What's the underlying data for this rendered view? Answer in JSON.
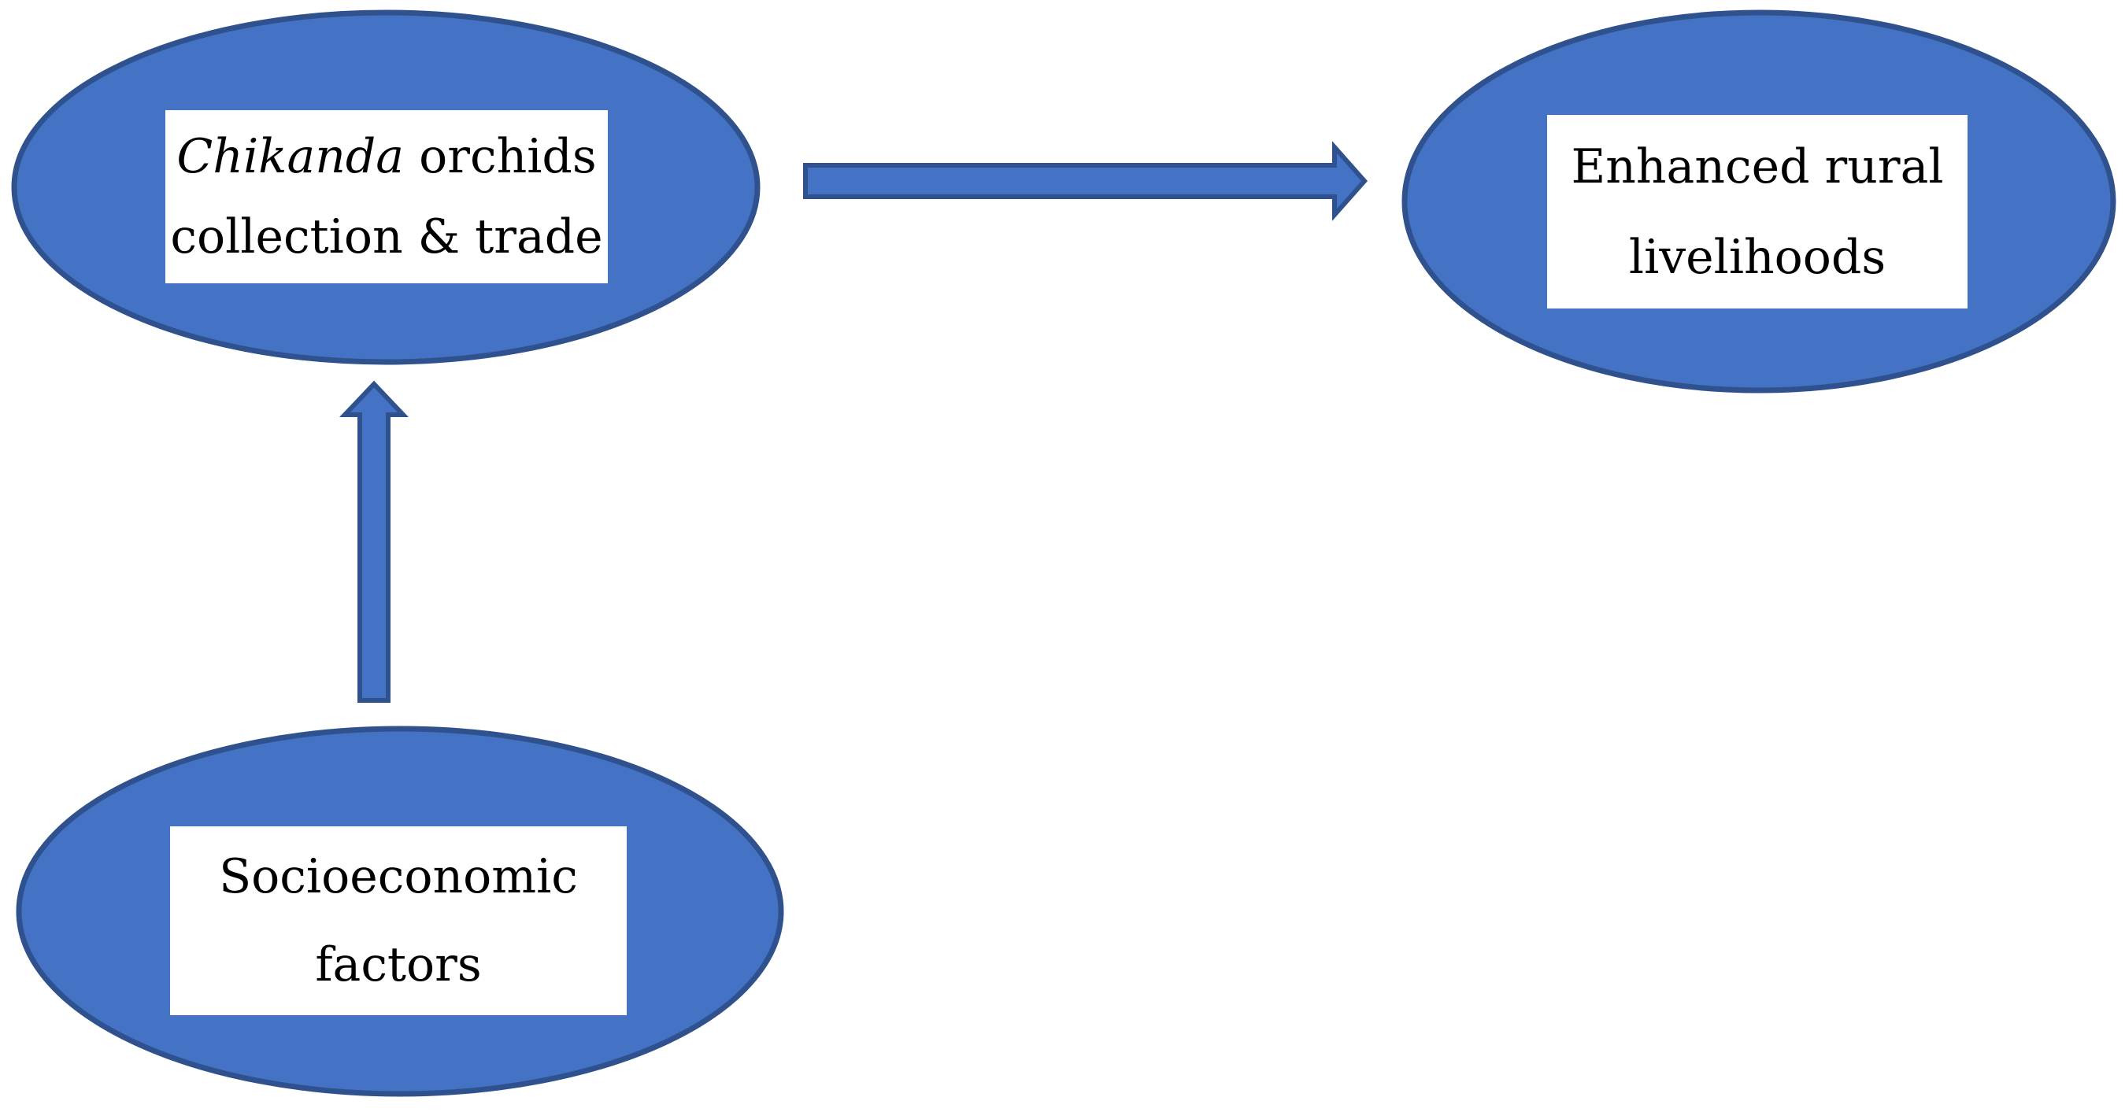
{
  "diagram": {
    "nodes": {
      "chikanda": {
        "line1_italic": "Chikanda",
        "line1_rest": " orchids",
        "line2": "collection & trade"
      },
      "livelihoods": {
        "line1": "Enhanced rural",
        "line2": "livelihoods"
      },
      "socioeconomic": {
        "line1": "Socioeconomic",
        "line2": "factors"
      }
    },
    "edges": [
      {
        "from": "socioeconomic",
        "to": "chikanda",
        "direction": "up"
      },
      {
        "from": "chikanda",
        "to": "livelihoods",
        "direction": "right"
      }
    ],
    "colors": {
      "node_fill": "#4472C4",
      "node_stroke": "#2F528F",
      "label_background": "#FFFFFF"
    }
  }
}
